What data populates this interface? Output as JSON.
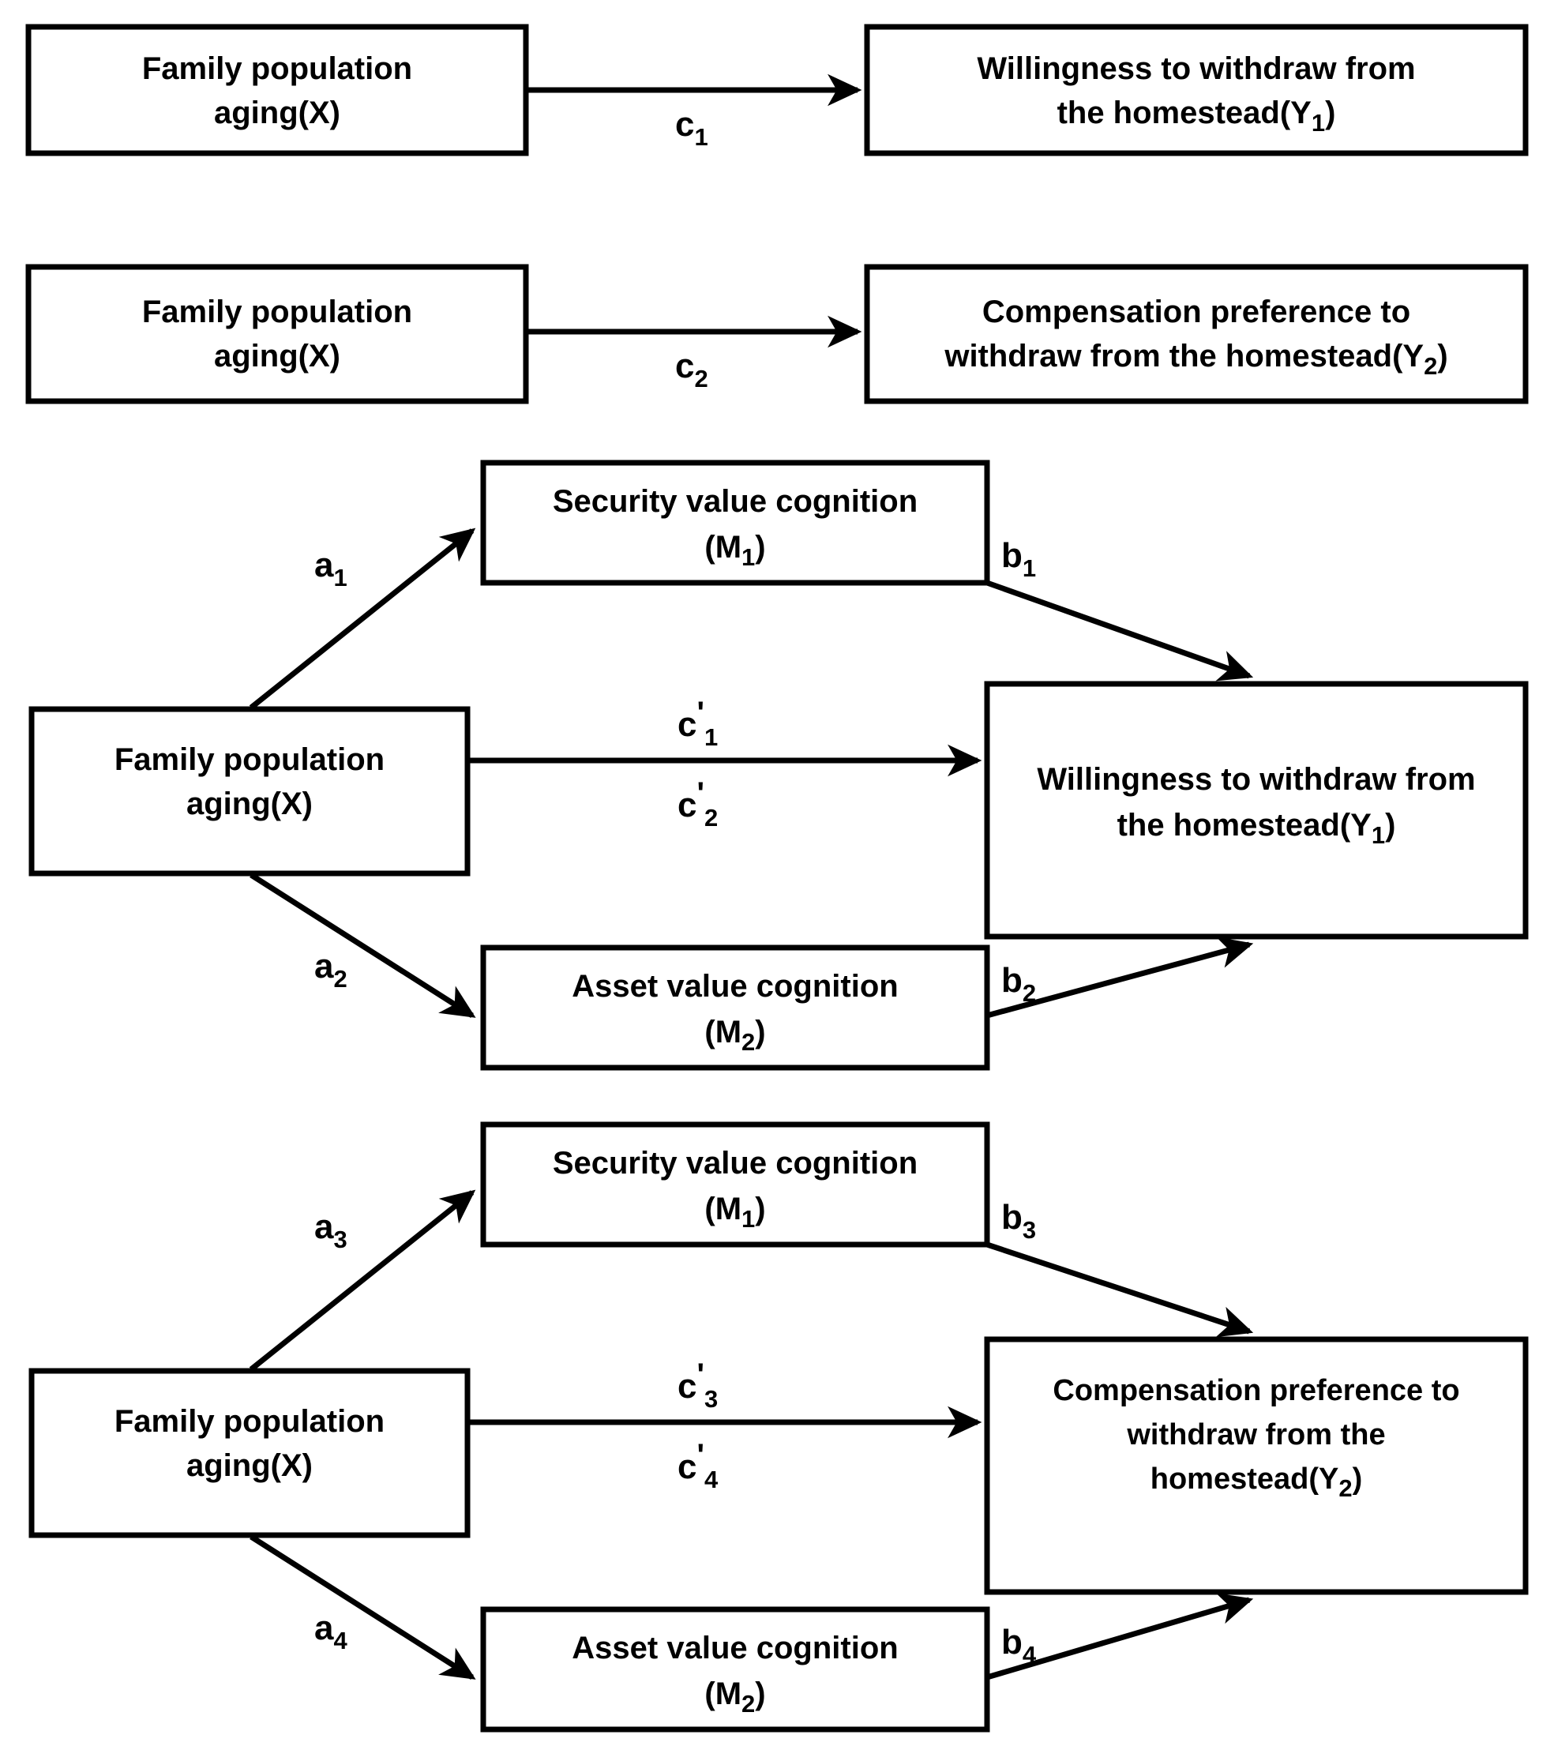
{
  "figure": {
    "type": "path-diagram",
    "kind": "mediation-model",
    "panel_count": 4
  },
  "labels": {
    "family_aging": {
      "line1": "Family population",
      "line2": "aging(X)"
    },
    "willingness": {
      "line1": "Willingness to withdraw from",
      "line2": "the homestead(Y",
      "sub": "1",
      "close": ")"
    },
    "compensation_2line": {
      "line1": "Compensation preference to",
      "line2": "withdraw from the homestead(Y",
      "sub": "2",
      "close": ")"
    },
    "compensation_3line": {
      "line1": "Compensation preference to",
      "line2": "withdraw from the",
      "line3": "homestead(Y",
      "sub": "2",
      "close": ")"
    },
    "security": {
      "line1": "Security value cognition",
      "line2": "(M",
      "sub": "1",
      "close": ")"
    },
    "asset": {
      "line1": "Asset value cognition",
      "line2": "(M",
      "sub": "2",
      "close": ")"
    }
  },
  "panels": [
    {
      "id": "panel-1",
      "name": "total-effect-on-willingness",
      "boxes": [
        {
          "name": "family-population-aging-box",
          "text_key": "family_aging"
        },
        {
          "name": "willingness-to-withdraw-box",
          "text_key": "willingness"
        }
      ],
      "edges": [
        {
          "name": "edge-c1",
          "label": "c",
          "sub": "1",
          "prime": false,
          "from": "family-population-aging-box",
          "to": "willingness-to-withdraw-box"
        }
      ]
    },
    {
      "id": "panel-2",
      "name": "total-effect-on-compensation",
      "boxes": [
        {
          "name": "family-population-aging-box",
          "text_key": "family_aging"
        },
        {
          "name": "compensation-preference-box",
          "text_key": "compensation_2line"
        }
      ],
      "edges": [
        {
          "name": "edge-c2",
          "label": "c",
          "sub": "2",
          "prime": false,
          "from": "family-population-aging-box",
          "to": "compensation-preference-box"
        }
      ]
    },
    {
      "id": "panel-3",
      "name": "mediation-on-willingness",
      "boxes": [
        {
          "name": "family-population-aging-box",
          "text_key": "family_aging"
        },
        {
          "name": "security-value-cognition-box",
          "text_key": "security"
        },
        {
          "name": "asset-value-cognition-box",
          "text_key": "asset"
        },
        {
          "name": "willingness-to-withdraw-box",
          "text_key": "willingness"
        }
      ],
      "edges": [
        {
          "name": "edge-a1",
          "label": "a",
          "sub": "1",
          "prime": false
        },
        {
          "name": "edge-b1",
          "label": "b",
          "sub": "1",
          "prime": false
        },
        {
          "name": "edge-cprime1",
          "label": "c",
          "sub": "1",
          "prime": true
        },
        {
          "name": "edge-cprime2",
          "label": "c",
          "sub": "2",
          "prime": true
        },
        {
          "name": "edge-a2",
          "label": "a",
          "sub": "2",
          "prime": false
        },
        {
          "name": "edge-b2",
          "label": "b",
          "sub": "2",
          "prime": false
        }
      ]
    },
    {
      "id": "panel-4",
      "name": "mediation-on-compensation",
      "boxes": [
        {
          "name": "family-population-aging-box",
          "text_key": "family_aging"
        },
        {
          "name": "security-value-cognition-box",
          "text_key": "security"
        },
        {
          "name": "asset-value-cognition-box",
          "text_key": "asset"
        },
        {
          "name": "compensation-preference-box",
          "text_key": "compensation_3line"
        }
      ],
      "edges": [
        {
          "name": "edge-a3",
          "label": "a",
          "sub": "3",
          "prime": false
        },
        {
          "name": "edge-b3",
          "label": "b",
          "sub": "3",
          "prime": false
        },
        {
          "name": "edge-cprime3",
          "label": "c",
          "sub": "3",
          "prime": true
        },
        {
          "name": "edge-cprime4",
          "label": "c",
          "sub": "4",
          "prime": true
        },
        {
          "name": "edge-a4",
          "label": "a",
          "sub": "4",
          "prime": false
        },
        {
          "name": "edge-b4",
          "label": "b",
          "sub": "4",
          "prime": false
        }
      ]
    }
  ],
  "text": {
    "p1_box1_l1": "Family population",
    "p1_box1_l2": "aging(X)",
    "p1_box2_l1": "Willingness to withdraw from",
    "p1_box2_l2a": "the homestead(Y",
    "p1_box2_sub": "1",
    "p1_box2_l2b": ")",
    "p1_c": "c",
    "p1_c_sub": "1",
    "p2_box1_l1": "Family population",
    "p2_box1_l2": "aging(X)",
    "p2_box2_l1": "Compensation preference to",
    "p2_box2_l2a": "withdraw from the homestead(Y",
    "p2_box2_sub": "2",
    "p2_box2_l2b": ")",
    "p2_c": "c",
    "p2_c_sub": "2",
    "p3_x_l1": "Family population",
    "p3_x_l2": "aging(X)",
    "p3_m1_l1": "Security value cognition",
    "p3_m1_l2a": "(M",
    "p3_m1_sub": "1",
    "p3_m1_l2b": ")",
    "p3_m2_l1": "Asset value cognition",
    "p3_m2_l2a": "(M",
    "p3_m2_sub": "2",
    "p3_m2_l2b": ")",
    "p3_y_l1": "Willingness to withdraw from",
    "p3_y_l2a": "the homestead(Y",
    "p3_y_sub": "1",
    "p3_y_l2b": ")",
    "p3_a1": "a",
    "p3_a1_sub": "1",
    "p3_a2": "a",
    "p3_a2_sub": "2",
    "p3_b1": "b",
    "p3_b1_sub": "1",
    "p3_b2": "b",
    "p3_b2_sub": "2",
    "p3_c1": "c",
    "p3_c1_prime": "'",
    "p3_c1_sub": "1",
    "p3_c2": "c",
    "p3_c2_prime": "'",
    "p3_c2_sub": "2",
    "p4_x_l1": "Family population",
    "p4_x_l2": "aging(X)",
    "p4_m1_l1": "Security value cognition",
    "p4_m1_l2a": "(M",
    "p4_m1_sub": "1",
    "p4_m1_l2b": ")",
    "p4_m2_l1": "Asset value cognition",
    "p4_m2_l2a": "(M",
    "p4_m2_sub": "2",
    "p4_m2_l2b": ")",
    "p4_y_l1": "Compensation preference to",
    "p4_y_l2": "withdraw from the",
    "p4_y_l3a": "homestead(Y",
    "p4_y_sub": "2",
    "p4_y_l3b": ")",
    "p4_a3": "a",
    "p4_a3_sub": "3",
    "p4_a4": "a",
    "p4_a4_sub": "4",
    "p4_b3": "b",
    "p4_b3_sub": "3",
    "p4_b4": "b",
    "p4_b4_sub": "4",
    "p4_c3": "c",
    "p4_c3_prime": "'",
    "p4_c3_sub": "3",
    "p4_c4": "c",
    "p4_c4_prime": "'",
    "p4_c4_sub": "4"
  },
  "colors": {
    "stroke": "#000000",
    "fill": "#ffffff",
    "text": "#000000"
  }
}
